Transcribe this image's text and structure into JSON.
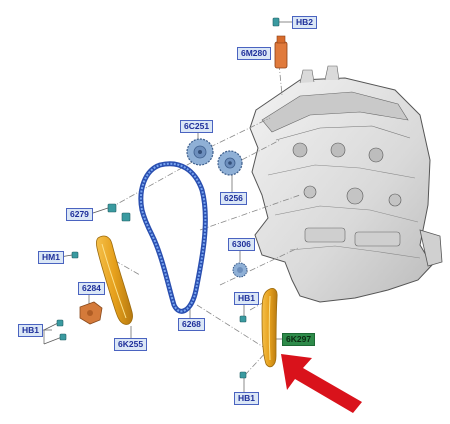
{
  "labels": {
    "hb2": "HB2",
    "p6m280": "6M280",
    "p6c251": "6C251",
    "p6256": "6256",
    "p6279": "6279",
    "hm1": "HM1",
    "p6284": "6284",
    "hb1_left": "HB1",
    "p6k255": "6K255",
    "p6268": "6268",
    "p6306": "6306",
    "hb1_right_top": "HB1",
    "p6k297": "6K297",
    "hb1_right_bottom": "HB1"
  },
  "colors": {
    "label_fill": "#dbe7f6",
    "label_text": "#1e2f9a",
    "highlight_label_fill": "#2e8b4a",
    "chain": "#3c6fd8",
    "guide": "#e8a21a",
    "gear": "#7f9fc8",
    "arrow": "#d9121b"
  }
}
